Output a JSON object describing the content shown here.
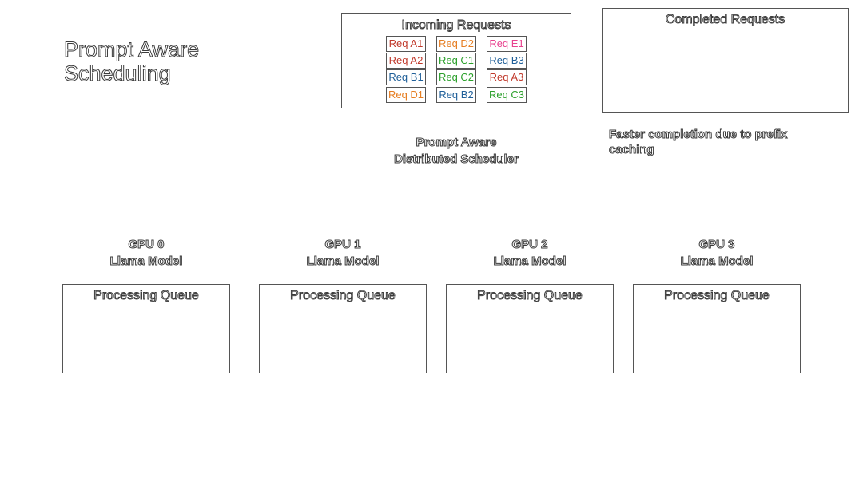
{
  "title": {
    "line1": "Prompt Aware",
    "line2": "Scheduling"
  },
  "incoming": {
    "label": "Incoming Requests",
    "requests": [
      {
        "label": "Req A1",
        "color": "#c0392b"
      },
      {
        "label": "Req A2",
        "color": "#c0392b"
      },
      {
        "label": "Req B1",
        "color": "#1f5f99"
      },
      {
        "label": "Req D1",
        "color": "#e67e22"
      },
      {
        "label": "Req D2",
        "color": "#e67e22"
      },
      {
        "label": "Req C1",
        "color": "#2ca02c"
      },
      {
        "label": "Req C2",
        "color": "#2ca02c"
      },
      {
        "label": "Req B2",
        "color": "#1f5f99"
      },
      {
        "label": "Req E1",
        "color": "#e8438f"
      },
      {
        "label": "Req B3",
        "color": "#1f5f99"
      },
      {
        "label": "Req A3",
        "color": "#c0392b"
      },
      {
        "label": "Req C3",
        "color": "#2ca02c"
      }
    ]
  },
  "completed": {
    "label": "Completed Requests"
  },
  "scheduler": {
    "line1": "Prompt Aware",
    "line2": "Distributed Scheduler"
  },
  "note": "Faster completion due to prefix caching",
  "gpus": [
    {
      "name": "GPU 0",
      "model": "Llama Model",
      "queue_label": "Processing Queue"
    },
    {
      "name": "GPU 1",
      "model": "Llama Model",
      "queue_label": "Processing Queue"
    },
    {
      "name": "GPU 2",
      "model": "Llama Model",
      "queue_label": "Processing Queue"
    },
    {
      "name": "GPU 3",
      "model": "Llama Model",
      "queue_label": "Processing Queue"
    }
  ]
}
